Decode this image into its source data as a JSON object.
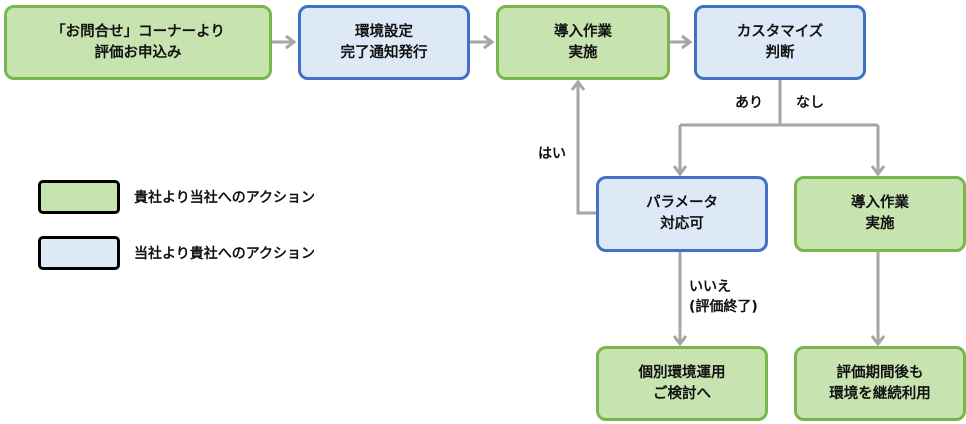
{
  "nodes": {
    "inquiry": {
      "line1": "「お問合せ」コーナーより",
      "line2": "評価お申込み",
      "color": "#c7e3b0"
    },
    "env_setup": {
      "line1": "環境設定",
      "line2": "完了通知発行",
      "color": "#dde9f7"
    },
    "intro_work": {
      "line1": "導入作業",
      "line2": "実施",
      "color": "#c7e3b0"
    },
    "customize": {
      "line1": "カスタマイズ",
      "line2": "判断",
      "color": "#dde9f7"
    },
    "parameter": {
      "line1": "パラメータ",
      "line2": "対応可",
      "color": "#dde9f7"
    },
    "intro_work2": {
      "line1": "導入作業",
      "line2": "実施",
      "color": "#c7e3b0"
    },
    "individual": {
      "line1": "個別環境運用",
      "line2": "ご検討へ",
      "color": "#c7e3b0"
    },
    "continue_use": {
      "line1": "評価期間後も",
      "line2": "環境を継続利用",
      "color": "#c7e3b0"
    }
  },
  "edge_labels": {
    "yes_custom": "あり",
    "no_custom": "なし",
    "yes": "はい",
    "no_line1": "いいえ",
    "no_line2": "(評価終了)"
  },
  "legend": [
    {
      "text": "貴社より当社へのアクション",
      "color": "#c7e3b0",
      "border": "#79b74e"
    },
    {
      "text": "当社より貴社へのアクション",
      "color": "#dde9f7",
      "border": "#3f72c4"
    }
  ],
  "colors": {
    "connector": "#a6a6a6",
    "green_border": "#79b74e",
    "blue_border": "#3f72c4"
  }
}
